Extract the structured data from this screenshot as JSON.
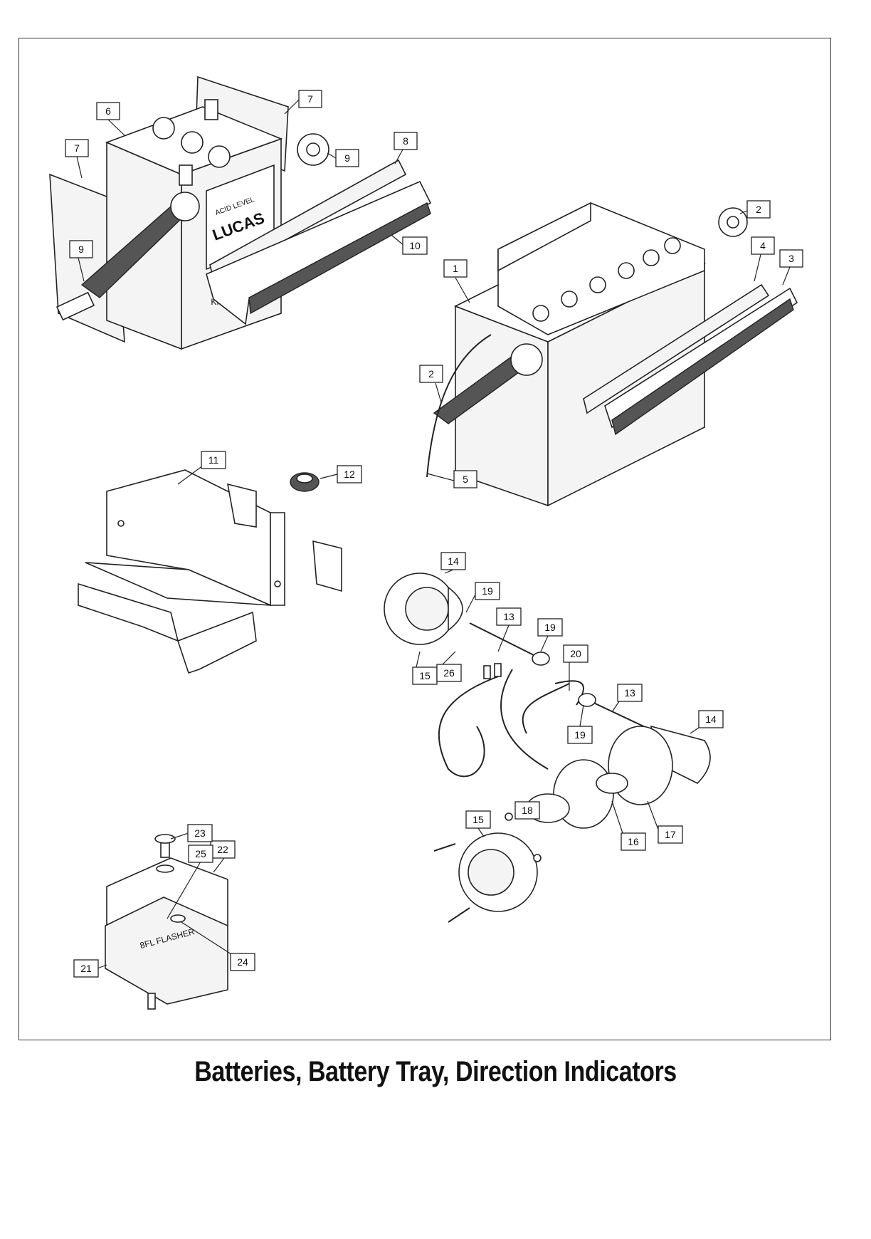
{
  "title": "Batteries, Battery Tray, Direction Indicators",
  "battery_markings": {
    "brand": "LUCAS",
    "acid_level": "ACID LEVEL",
    "partial_label": "KI",
    "flasher_label": "8FL FLASHER"
  },
  "callouts": [
    {
      "id": "c1",
      "label": "1"
    },
    {
      "id": "c2a",
      "label": "2"
    },
    {
      "id": "c2b",
      "label": "2"
    },
    {
      "id": "c3",
      "label": "3"
    },
    {
      "id": "c4",
      "label": "4"
    },
    {
      "id": "c5",
      "label": "5"
    },
    {
      "id": "c6",
      "label": "6"
    },
    {
      "id": "c7a",
      "label": "7"
    },
    {
      "id": "c7b",
      "label": "7"
    },
    {
      "id": "c8",
      "label": "8"
    },
    {
      "id": "c9a",
      "label": "9"
    },
    {
      "id": "c9b",
      "label": "9"
    },
    {
      "id": "c10",
      "label": "10"
    },
    {
      "id": "c11",
      "label": "11"
    },
    {
      "id": "c12",
      "label": "12"
    },
    {
      "id": "c13a",
      "label": "13"
    },
    {
      "id": "c13b",
      "label": "13"
    },
    {
      "id": "c14a",
      "label": "14"
    },
    {
      "id": "c14b",
      "label": "14"
    },
    {
      "id": "c15a",
      "label": "15"
    },
    {
      "id": "c15b",
      "label": "15"
    },
    {
      "id": "c16",
      "label": "16"
    },
    {
      "id": "c17",
      "label": "17"
    },
    {
      "id": "c18",
      "label": "18"
    },
    {
      "id": "c19a",
      "label": "19"
    },
    {
      "id": "c19b",
      "label": "19"
    },
    {
      "id": "c19c",
      "label": "19"
    },
    {
      "id": "c20",
      "label": "20"
    },
    {
      "id": "c21",
      "label": "21"
    },
    {
      "id": "c22",
      "label": "22"
    },
    {
      "id": "c23",
      "label": "23"
    },
    {
      "id": "c24",
      "label": "24"
    },
    {
      "id": "c25",
      "label": "25"
    },
    {
      "id": "c26",
      "label": "26"
    }
  ]
}
